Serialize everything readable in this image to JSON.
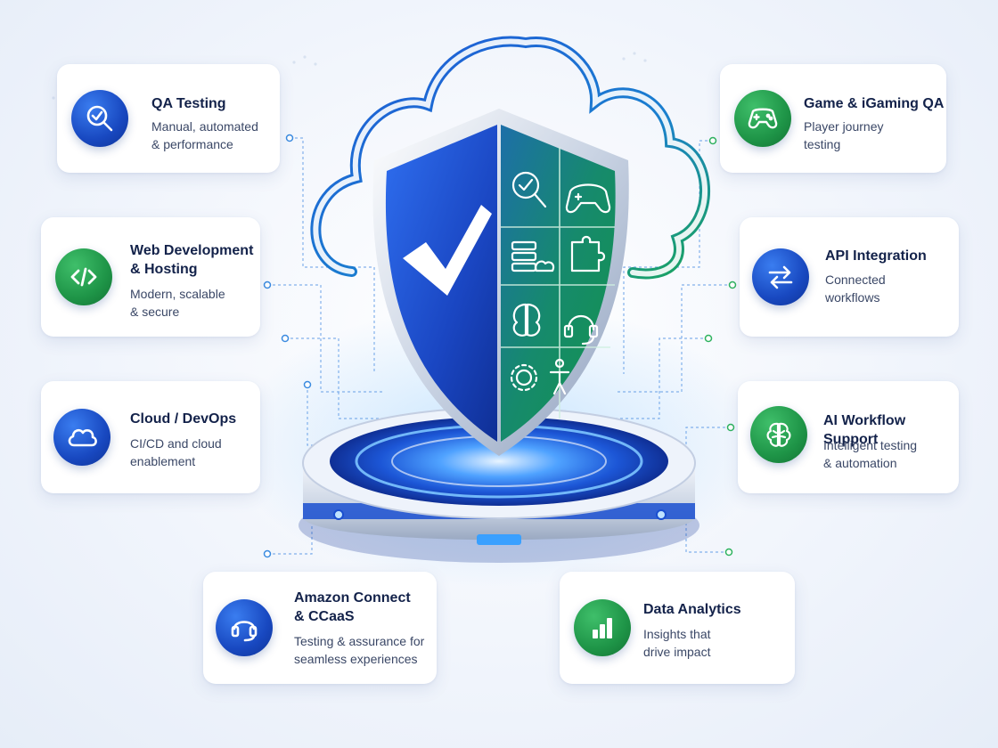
{
  "cards": {
    "qa_testing": {
      "title": "QA Testing",
      "sub_1": "Manual, automated",
      "sub_2": "& performance"
    },
    "web_dev": {
      "title_1": "Web Development",
      "title_2": "& Hosting",
      "sub_1": "Modern, scalable",
      "sub_2": "& secure"
    },
    "cloud_devops": {
      "title": "Cloud / DevOps",
      "sub_1": "CI/CD and cloud",
      "sub_2": "enablement"
    },
    "amazon_connect": {
      "title_1": "Amazon Connect",
      "title_2": "& CCaaS",
      "sub_1": "Testing & assurance for",
      "sub_2": "seamless experiences"
    },
    "game_qa": {
      "title": "Game & iGaming QA",
      "sub_1": "Player journey",
      "sub_2": "testing"
    },
    "api_integration": {
      "title": "API Integration",
      "sub_1": "Connected",
      "sub_2": "workflows"
    },
    "ai_workflow": {
      "title": "AI Workflow Support",
      "sub_1": "Intelligent testing",
      "sub_2": "& automation"
    },
    "data_analytics": {
      "title": "Data Analytics",
      "sub_1": "Insights that",
      "sub_2": "drive impact"
    }
  },
  "colors": {
    "blue": "#1848c0",
    "green": "#1e9447",
    "navy": "#13224a"
  },
  "icons": {
    "qa_testing": "magnifier-check-icon",
    "web_dev": "code-brackets-icon",
    "cloud_devops": "cloud-icon",
    "amazon_connect": "headset-icon",
    "game_qa": "gamepad-icon",
    "api_integration": "swap-arrows-icon",
    "ai_workflow": "brain-icon",
    "data_analytics": "bar-chart-icon"
  }
}
